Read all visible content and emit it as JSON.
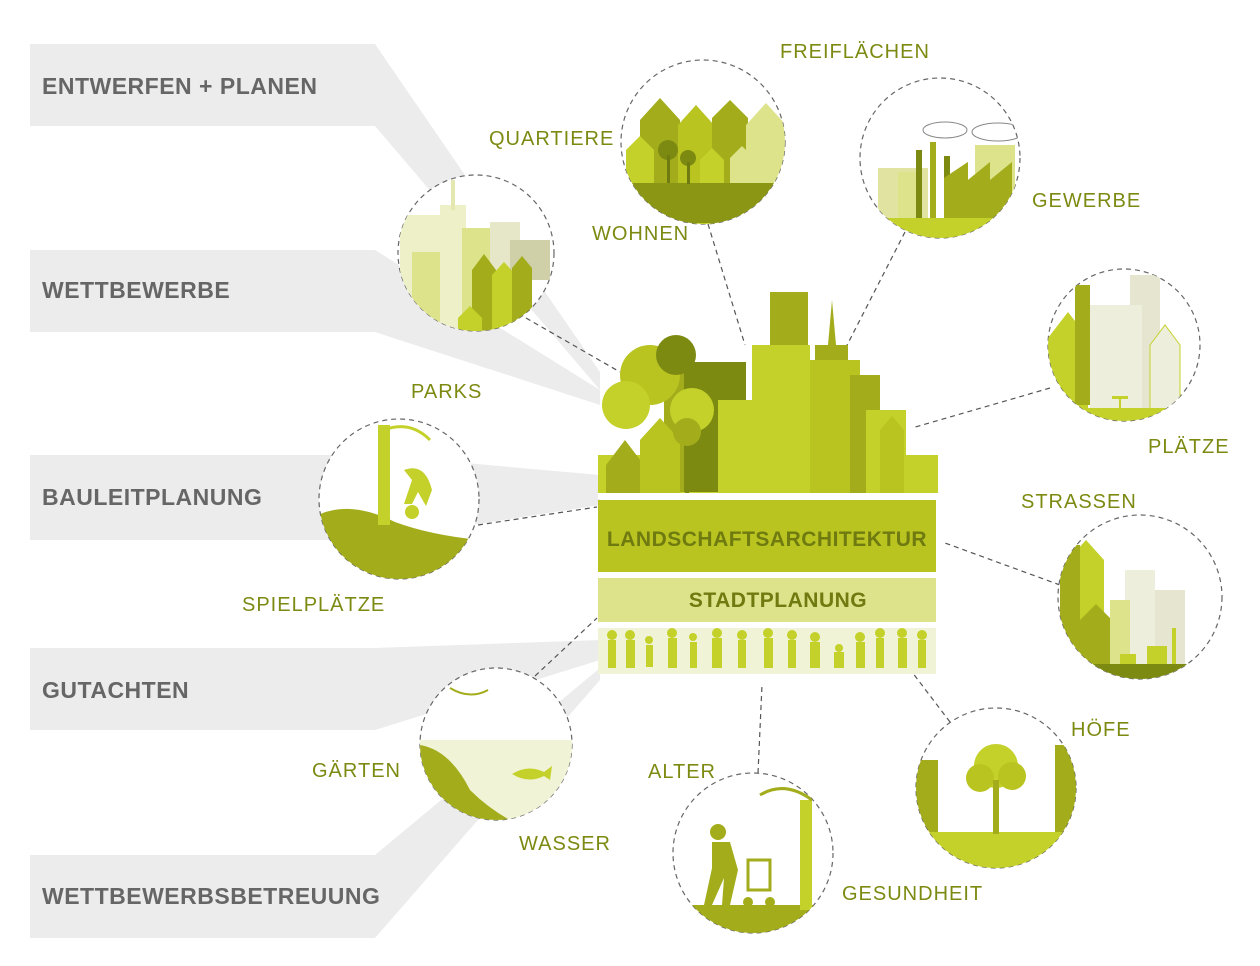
{
  "services": [
    "ENTWERFEN + PLANEN",
    "WETTBEWERBE",
    "BAULEITPLANUNG",
    "GUTACHTEN",
    "WETTBEWERBSBETREUUNG"
  ],
  "center": {
    "band_primary": "LANDSCHAFTSARCHITEKTUR",
    "band_secondary": "STADTPLANUNG"
  },
  "topics": {
    "freiflaechen": "FREIFLÄCHEN",
    "quartiere": "QUARTIERE",
    "wohnen": "WOHNEN",
    "gewerbe": "GEWERBE",
    "plaetze": "PLÄTZE",
    "strassen": "STRASSEN",
    "hoefe": "HÖFE",
    "gesundheit": "GESUNDHEIT",
    "alter": "ALTER",
    "wasser": "WASSER",
    "gaerten": "GÄRTEN",
    "spielplaetze": "SPIELPLÄTZE",
    "parks": "PARKS"
  },
  "colors": {
    "lime": "#c4d12a",
    "olive": "#a3ad1c",
    "dark_olive": "#7d8a12",
    "pale": "#dde38a",
    "cream": "#eef0c8",
    "grey_band": "#ececec",
    "label_grey": "#666666"
  }
}
